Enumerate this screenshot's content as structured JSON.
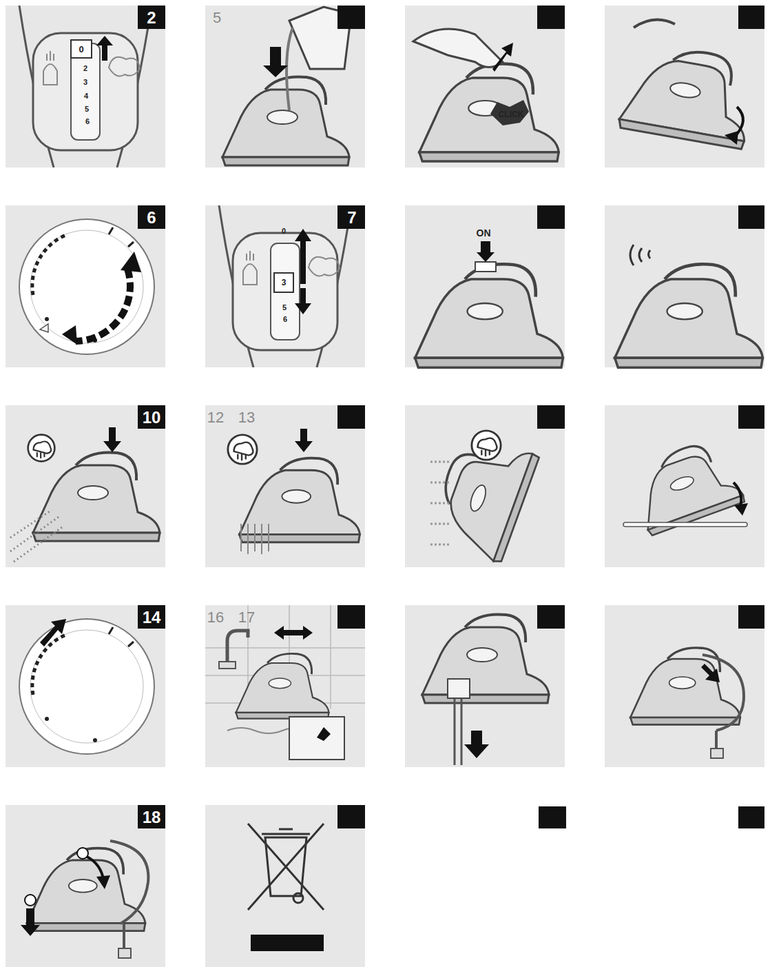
{
  "diagram": {
    "labels": [
      "2",
      "0",
      "2",
      "3",
      "4",
      "5",
      "6",
      "5",
      "CLICK",
      "6",
      "7",
      "0",
      "3",
      "5",
      "6",
      "ON",
      "10",
      "12",
      "13",
      "14",
      "16",
      "17",
      "18"
    ]
  }
}
